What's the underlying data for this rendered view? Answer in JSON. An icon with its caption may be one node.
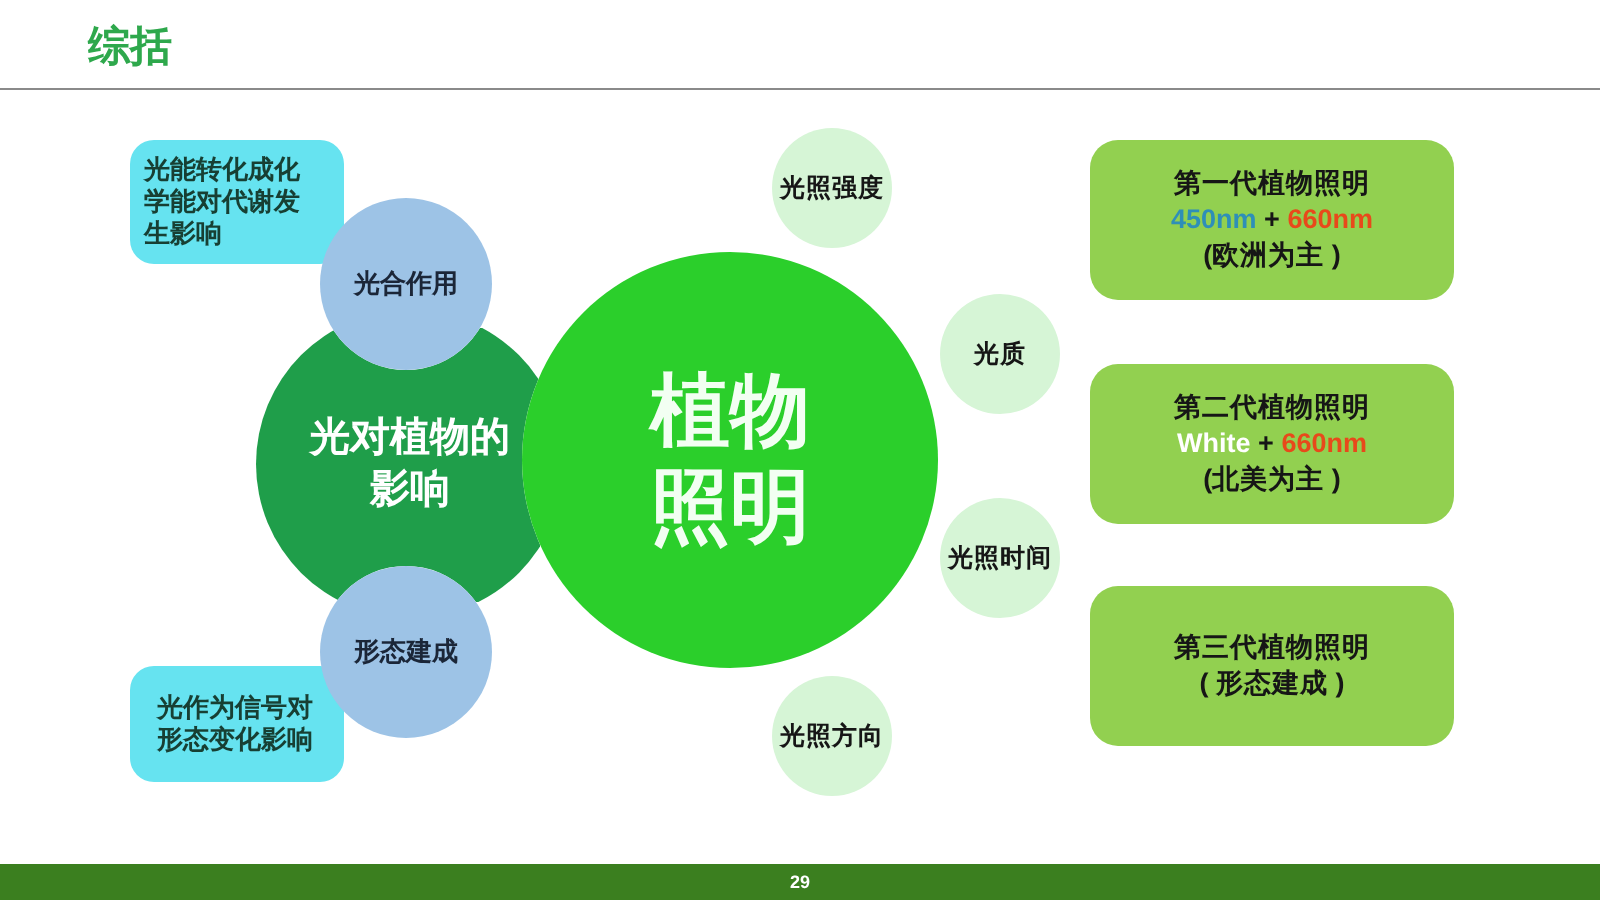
{
  "diagram": {
    "title": "综括",
    "nodes": [
      {
        "text": [
          "光能转化成化学能对代谢发生影响"
        ]
      },
      {
        "text": [
          "光合作用"
        ]
      },
      {
        "text": [
          "光对植物的影响"
        ]
      },
      {
        "text": [
          "形态建成"
        ]
      },
      {
        "text": [
          "光作为信号对形态变化影响"
        ]
      },
      {
        "text": [
          "植物照明"
        ]
      },
      {
        "text": [
          "光照强度"
        ]
      },
      {
        "text": [
          "光质"
        ]
      },
      {
        "text": [
          "光照时间"
        ]
      },
      {
        "text": [
          "光照方向"
        ]
      },
      {
        "text": [
          "第一代植物照明",
          "450nm + 660nm",
          "(欧洲为主 )"
        ]
      },
      {
        "text": [
          "第二代植物照明",
          "White + 660nm",
          "(北美为主 )"
        ]
      },
      {
        "text": [
          "第三代植物照明",
          "( 形态建成 )"
        ]
      }
    ],
    "labels": [
      "29"
    ]
  }
}
